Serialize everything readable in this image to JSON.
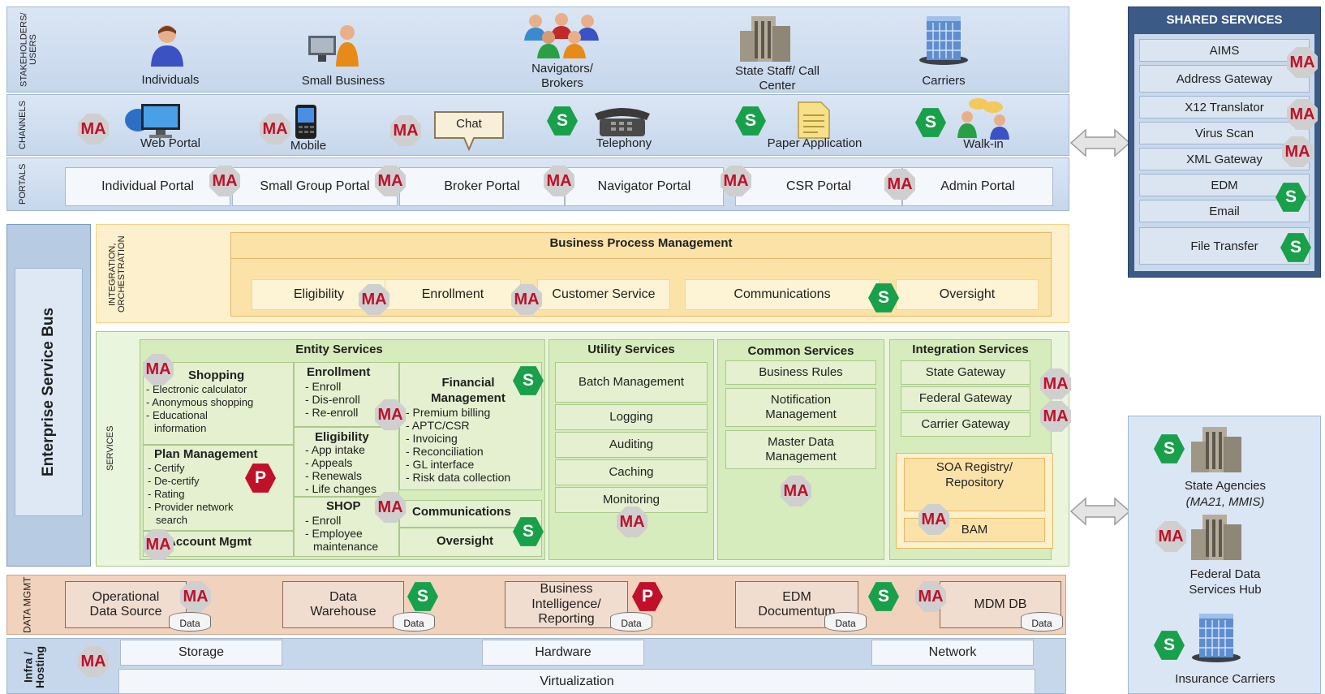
{
  "rows": {
    "stakeholders": "STAKEHOLDERS/ USERS",
    "channels": "CHANNELS",
    "portals": "PORTALS",
    "integration": "INTEGRATION, ORCHESTRATION",
    "services": "SERVICES",
    "data_mgmt": "DATA MGMT",
    "infra": "Infra / Hosting"
  },
  "stakeholders": [
    {
      "label": "Individuals",
      "icon": "person-icon"
    },
    {
      "label": "Small Business",
      "icon": "business-person-computer-icon"
    },
    {
      "label": "Navigators/ Brokers",
      "icon": "group-people-icon"
    },
    {
      "label": "State Staff/ Call Center",
      "icon": "office-building-icon"
    },
    {
      "label": "Carriers",
      "icon": "glass-tower-icon"
    }
  ],
  "channels": [
    {
      "label": "Web Portal",
      "icon": "computer-monitor-icon"
    },
    {
      "label": "Mobile",
      "icon": "mobile-phone-icon"
    },
    {
      "label": "Chat",
      "icon": "chat-bubble-icon"
    },
    {
      "label": "Telephony",
      "icon": "telephone-icon"
    },
    {
      "label": "Paper Application",
      "icon": "paper-document-icon"
    },
    {
      "label": "Walk-in",
      "icon": "people-talking-icon"
    }
  ],
  "portals": [
    "Individual Portal",
    "Small Group Portal",
    "Broker Portal",
    "Navigator Portal",
    "CSR Portal",
    "Admin Portal"
  ],
  "esb": "Enterprise Service Bus",
  "bpm": {
    "title": "Business Process Management",
    "items": [
      "Eligibility",
      "Enrollment",
      "Customer Service",
      "Communications",
      "Oversight"
    ]
  },
  "entity_services": {
    "title": "Entity Services",
    "shopping": {
      "title": "Shopping",
      "items": [
        "- Electronic calculator",
        "- Anonymous shopping",
        "- Educational",
        "information"
      ]
    },
    "plan_mgmt": {
      "title": "Plan Management",
      "items": [
        "- Certify",
        "- De-certify",
        "- Rating",
        "- Provider network",
        "search"
      ]
    },
    "account_mgmt": "Account Mgmt",
    "enrollment": {
      "title": "Enrollment",
      "items": [
        "- Enroll",
        "- Dis-enroll",
        "- Re-enroll"
      ]
    },
    "eligibility": {
      "title": "Eligibility",
      "items": [
        "- App intake",
        "- Appeals",
        "- Renewals",
        "- Life changes"
      ]
    },
    "shop": {
      "title": "SHOP",
      "items": [
        "- Enroll",
        "- Employee",
        "maintenance"
      ]
    },
    "financial": {
      "title": "Financial Management",
      "items": [
        "- Premium billing",
        "- APTC/CSR",
        "- Invoicing",
        "- Reconciliation",
        "- GL interface",
        "- Risk data collection"
      ]
    },
    "communications": "Communications",
    "oversight": "Oversight"
  },
  "utility_services": {
    "title": "Utility Services",
    "items": [
      "Batch Management",
      "Logging",
      "Auditing",
      "Caching",
      "Monitoring"
    ]
  },
  "common_services": {
    "title": "Common Services",
    "items": [
      "Business Rules",
      "Notification Management",
      "Master Data Management"
    ]
  },
  "integration_services": {
    "title": "Integration Services",
    "items": [
      "State Gateway",
      "Federal Gateway",
      "Carrier Gateway"
    ],
    "soa": "SOA Registry/ Repository",
    "bam": "BAM"
  },
  "data_mgmt": {
    "boxes": [
      "Operational Data Source",
      "Data Warehouse",
      "Business Intelligence/ Reporting",
      "EDM Documentum",
      "MDM DB"
    ],
    "data_label": "Data"
  },
  "infra": {
    "storage": "Storage",
    "hardware": "Hardware",
    "network": "Network",
    "virtualization": "Virtualization"
  },
  "shared_services": {
    "title": "SHARED SERVICES",
    "items": [
      "AIMS",
      "Address Gateway",
      "X12 Translator",
      "Virus Scan",
      "XML Gateway",
      "EDM",
      "Email",
      "File Transfer"
    ]
  },
  "external": [
    {
      "label": "State Agencies",
      "sub": "(MA21, MMIS)",
      "icon": "building-icon"
    },
    {
      "label": "Federal Data Services Hub",
      "sub": "",
      "icon": "building-icon"
    },
    {
      "label": "Insurance Carriers",
      "sub": "",
      "icon": "glass-tower-icon"
    }
  ],
  "badges": {
    "ma": "MA",
    "s": "S",
    "p": "P"
  },
  "colors": {
    "ma": "#c0102a",
    "s": "#18a04a",
    "p": "#c0102a",
    "bpm": "#fbe3a8",
    "services": "#d6ecbc",
    "data_mgmt": "#f0d2bd",
    "shared": "#3b5a86"
  }
}
